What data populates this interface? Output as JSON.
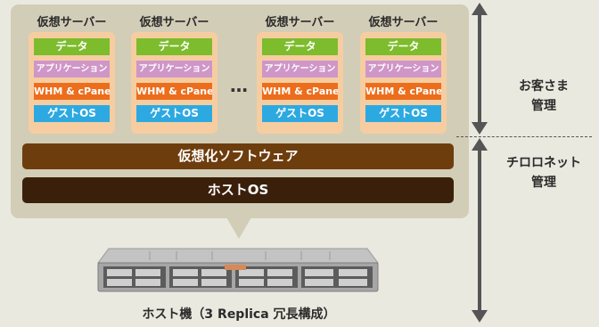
{
  "virtual_servers": [
    {
      "title": "仮想サーバー",
      "layers": {
        "data": "データ",
        "app": "アプリケーション",
        "whm": "WHM & cPanel",
        "os": "ゲストOS"
      }
    },
    {
      "title": "仮想サーバー",
      "layers": {
        "data": "データ",
        "app": "アプリケーション",
        "whm": "WHM & cPanel",
        "os": "ゲストOS"
      }
    },
    {
      "title": "仮想サーバー",
      "layers": {
        "data": "データ",
        "app": "アプリケーション",
        "whm": "WHM & cPanel",
        "os": "ゲストOS"
      }
    },
    {
      "title": "仮想サーバー",
      "layers": {
        "data": "データ",
        "app": "アプリケーション",
        "whm": "WHM & cPanel",
        "os": "ゲストOS"
      }
    }
  ],
  "ellipsis": "…",
  "virtualization_layer": "仮想化ソフトウェア",
  "host_os_layer": "ホストOS",
  "host_caption": "ホスト機（3 Replica 冗長構成）",
  "side_labels": {
    "customer_line1": "お客さま",
    "customer_line2": "管理",
    "provider_line1": "チロロネット",
    "provider_line2": "管理"
  },
  "colors": {
    "panel": "#d2cdb7",
    "vm_box": "#f6cda0",
    "data": "#7dbc2c",
    "app": "#cf96c8",
    "whm": "#ec6d1c",
    "os": "#2da9e1",
    "virtualization": "#6e3d0e",
    "host_os": "#3a200a"
  }
}
